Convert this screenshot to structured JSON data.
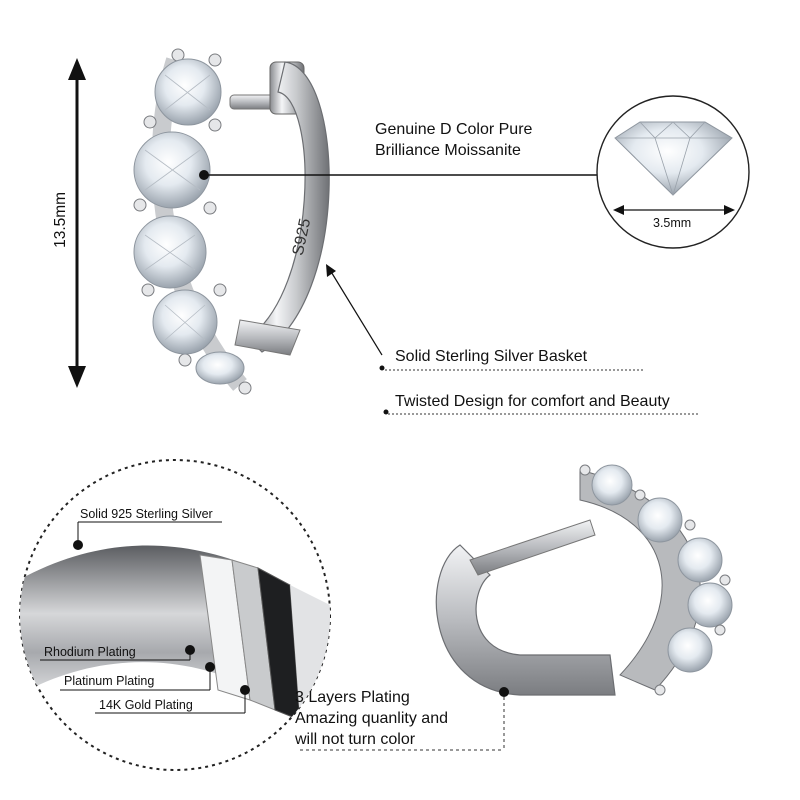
{
  "measure": {
    "height": "13.5mm",
    "stone_size": "3.5mm"
  },
  "hallmark": "S925",
  "labels": {
    "stone_line1": "Genuine D Color Pure",
    "stone_line2": "Brilliance Moissanite",
    "basket": "Solid Sterling Silver Basket",
    "design": "Twisted Design for comfort and Beauty"
  },
  "layers": {
    "base": "Solid 925 Sterling Silver",
    "rhodium": "Rhodium Plating",
    "platinum": "Platinum Plating",
    "gold": "14K Gold Plating"
  },
  "plating": {
    "line1": "3 Layers Plating",
    "line2": "Amazing quanlity and",
    "line3": "will not turn color"
  }
}
